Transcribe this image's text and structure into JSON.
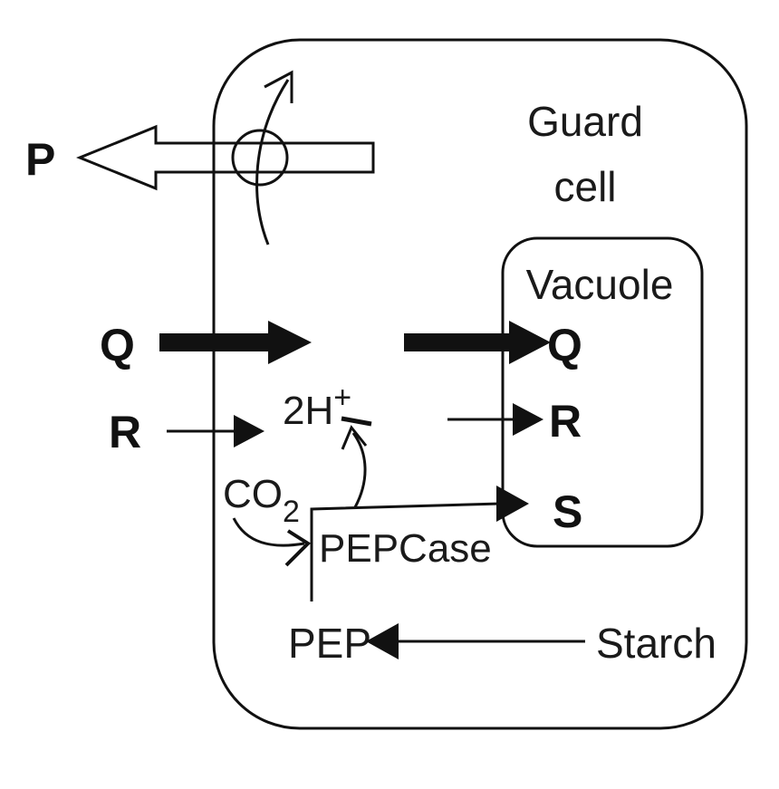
{
  "labels": {
    "guard_cell_line1": "Guard",
    "guard_cell_line2": "cell",
    "vacuole": "Vacuole",
    "p": "P",
    "q_left": "Q",
    "q_right": "Q",
    "r_left": "R",
    "r_right": "R",
    "s": "S",
    "hydrogen": "2H",
    "hydrogen_charge": "+",
    "co2": "CO",
    "co2_subscript": "2",
    "pepcase": "PEPCase",
    "pep": "PEP",
    "starch": "Starch"
  },
  "colors": {
    "ink": "#111111",
    "background": "#ffffff"
  }
}
